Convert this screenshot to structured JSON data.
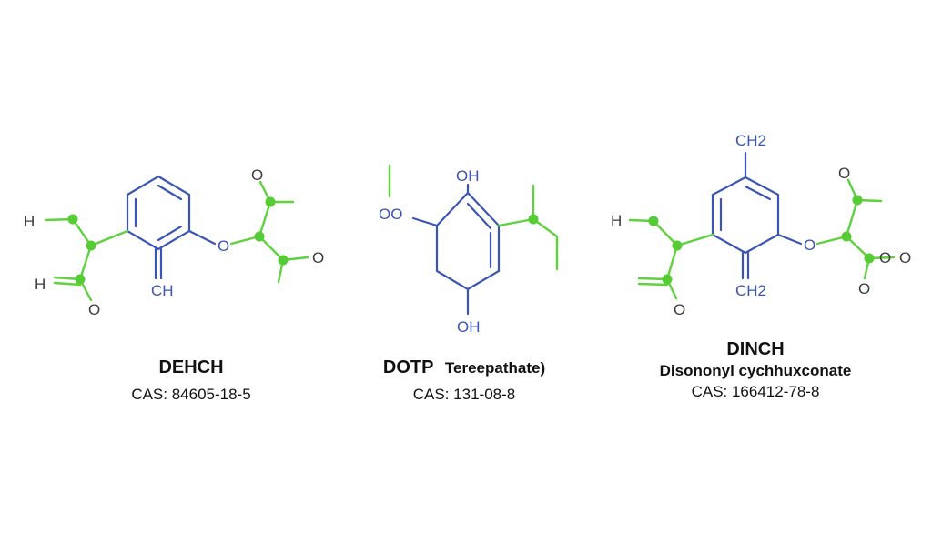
{
  "colors": {
    "ring_bond": "#3a55b4",
    "side_chain": "#5fd13f",
    "node": "#55cc33",
    "atom_label_dark": "#3c3c3c",
    "caption_text": "#111111"
  },
  "molecules": [
    {
      "name": "DEHCH",
      "cas": "CAS: 84605-18-5",
      "atoms": {
        "h1": "H",
        "h2": "H",
        "o_ring": "O",
        "o_top": "O",
        "o_right": "O",
        "o_bottom": "O",
        "ch": "CH"
      }
    },
    {
      "name": "DOTP",
      "subname": "Tereepathate)",
      "cas": "CAS: 131-08-8",
      "atoms": {
        "oh_top": "OH",
        "oo": "OO",
        "oh_bottom": "OH"
      }
    },
    {
      "name": "DINCH",
      "subname": "Disononyl cychhuxconate",
      "cas": "CAS: 166412-78-8",
      "atoms": {
        "ch2_top": "CH2",
        "h1": "H",
        "o_ring": "O",
        "o_top": "O",
        "o_right": "O",
        "o_right2": "O",
        "o_bottom": "O",
        "ch2_bottom": "CH2"
      }
    }
  ]
}
